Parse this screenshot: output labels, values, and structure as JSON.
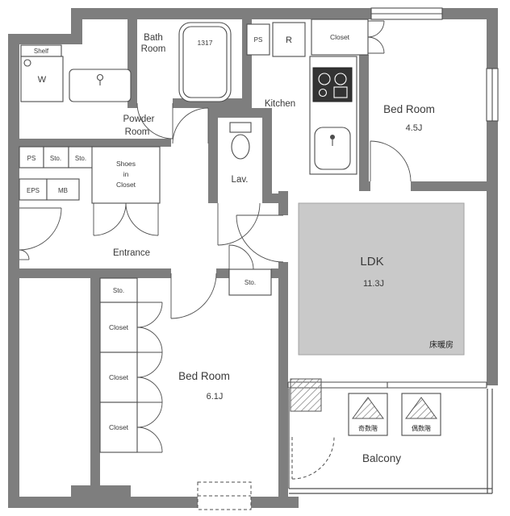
{
  "plan": {
    "bath": {
      "line1": "Bath",
      "line2": "Room",
      "tub": "1317"
    },
    "top": {
      "ps": "PS",
      "r": "R",
      "closet": "Closet"
    },
    "bedroom1": {
      "name": "Bed Room",
      "size": "4.5J"
    },
    "kitchen": {
      "label": "Kitchen"
    },
    "powder": {
      "line1": "Powder",
      "line2": "Room",
      "shelf": "Shelf",
      "washer": "W"
    },
    "leftboxes": {
      "ps": "PS",
      "sto1": "Sto.",
      "sto2": "Sto.",
      "eps": "EPS",
      "mb": "MB"
    },
    "sic": {
      "l1": "Shoes",
      "l2": "in",
      "l3": "Closet"
    },
    "lav": {
      "label": "Lav."
    },
    "entrance": {
      "label": "Entrance"
    },
    "hall": {
      "sto": "Sto."
    },
    "ldk": {
      "name": "LDK",
      "size": "11.3J",
      "heating": "床暖房"
    },
    "closetcol": {
      "sto": "Sto.",
      "c1": "Closet",
      "c2": "Closet",
      "c3": "Closet"
    },
    "bedroom2": {
      "name": "Bed Room",
      "size": "6.1J"
    },
    "balcony": {
      "name": "Balcony",
      "odd": "奇数階",
      "even": "偶数階"
    }
  },
  "colors": {
    "wall": "#7e7e7e",
    "floor_heating_fill": "#c9c9c9",
    "line": "#4d4d4d",
    "background": "#ffffff"
  }
}
